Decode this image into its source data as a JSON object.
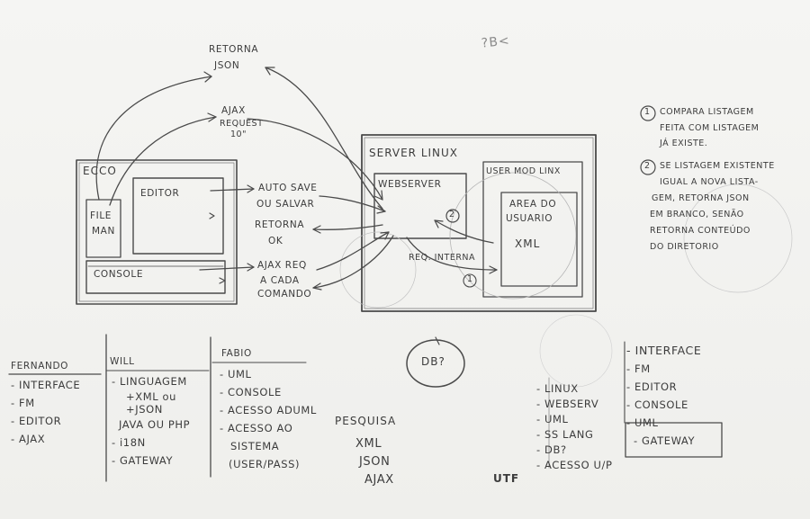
{
  "top": {
    "retorna_json": [
      "RETORNA",
      "JSON"
    ],
    "ajax_request": [
      "AJAX",
      "REQUEST",
      "10\""
    ],
    "faint_note": "?B<"
  },
  "ecco": {
    "title": "ECCO",
    "file_man": [
      "FILE",
      "MAN"
    ],
    "editor": "EDITOR",
    "console": "CONSOLE"
  },
  "middle_labels": {
    "auto_save": [
      "AUTO SAVE",
      "OU SALVAR"
    ],
    "retorna_ok": [
      "RETORNA",
      "OK"
    ],
    "ajax_req": [
      "AJAX REQ",
      "A CADA",
      "COMANDO"
    ],
    "req_interna": "REQ. INTERNA"
  },
  "server": {
    "title": "SERVER LINUX",
    "webserver": "WEBSERVER",
    "user_mod_linux": "USER MOD LINX",
    "area_do_usuario": [
      "AREA DO",
      "USUARIO"
    ],
    "xml": "XML",
    "marker_1": "1",
    "marker_2": "2"
  },
  "notes": {
    "note_1": [
      "COMPARA LISTAGEM",
      "FEITA COM LISTAGEM",
      "JÁ EXISTE."
    ],
    "note_2": [
      "SE LISTAGEM EXISTENTE",
      "IGUAL A NOVA LISTA-",
      "GEM, RETORNA JSON",
      "EM BRANCO, SENÃO",
      "RETORNA CONTEÚDO",
      "DO DIRETORIO"
    ],
    "note_1_num": "1",
    "note_2_num": "2"
  },
  "db_bubble": "DB?",
  "columns": {
    "fernando": {
      "title": "FERNANDO",
      "items": [
        "- INTERFACE",
        "- FM",
        "- EDITOR",
        "- AJAX"
      ]
    },
    "will": {
      "title": "WILL",
      "items": [
        "- LINGUAGEM",
        "+XML ou",
        "+JSON",
        "JAVA OU PHP",
        "- i18N",
        "- GATEWAY"
      ]
    },
    "fabio": {
      "title": "FABIO",
      "items": [
        "- UML",
        "- CONSOLE",
        "- ACESSO ADUML",
        "- ACESSO AO",
        "SISTEMA",
        "(USER/PASS)"
      ]
    },
    "pesquisa": {
      "title": "PESQUISA",
      "items": [
        "XML",
        "JSON",
        "AJAX"
      ]
    },
    "right_list_a": {
      "items": [
        "- LINUX",
        "- WEBSERV",
        "- UML",
        "- SS LANG",
        "- DB?",
        "- ACESSO U/P"
      ]
    },
    "right_list_b": {
      "items": [
        "- INTERFACE",
        "- FM",
        "- EDITOR",
        "- CONSOLE",
        "- UML",
        "- GATEWAY"
      ]
    },
    "utf": "UTF"
  }
}
